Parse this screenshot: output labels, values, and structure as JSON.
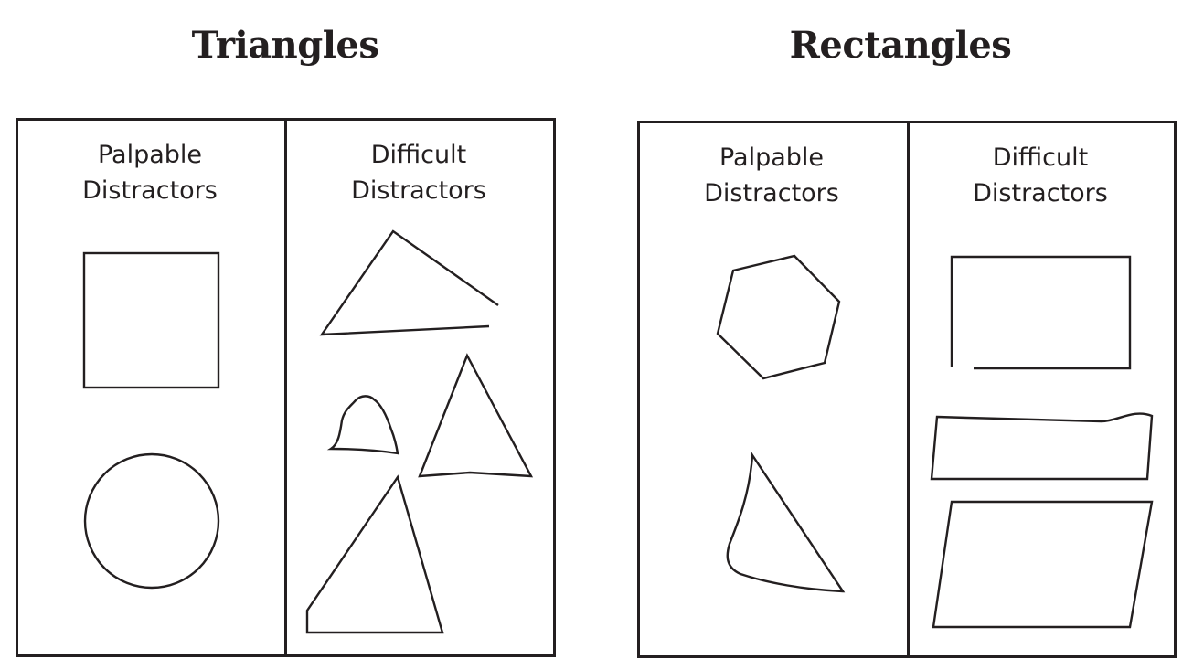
{
  "groups": [
    {
      "title": "Triangles",
      "columns": [
        {
          "line1": "Palpable",
          "line2": "Distractors",
          "shapes": [
            "square-icon",
            "circle-icon"
          ]
        },
        {
          "line1": "Difficult",
          "line2": "Distractors",
          "shapes": [
            "open-triangle-icon",
            "rounded-blob-icon",
            "concave-base-triangle-icon",
            "truncated-triangle-icon"
          ]
        }
      ]
    },
    {
      "title": "Rectangles",
      "columns": [
        {
          "line1": "Palpable",
          "line2": "Distractors",
          "shapes": [
            "hexagon-icon",
            "curved-triangle-icon"
          ]
        },
        {
          "line1": "Difficult",
          "line2": "Distractors",
          "shapes": [
            "open-rectangle-icon",
            "wavy-rectangle-icon",
            "parallelogram-icon"
          ]
        }
      ]
    }
  ],
  "colors": {
    "ink": "#231f20",
    "background": "#ffffff"
  }
}
